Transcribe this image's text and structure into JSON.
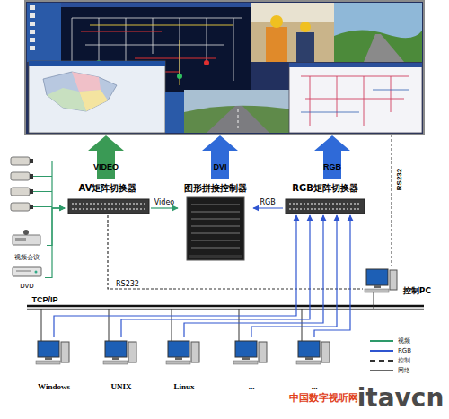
{
  "diagram": {
    "nodes": [
      {
        "text": [
          "AV矩阵切换器"
        ]
      },
      {
        "text": [
          "图形拼接控制器"
        ]
      },
      {
        "text": [
          "RGB矩阵切换器"
        ]
      },
      {
        "text": [
          "视频会议"
        ]
      },
      {
        "text": [
          "DVD"
        ]
      },
      {
        "text": [
          "控制PC"
        ]
      },
      {
        "text": [
          "Windows"
        ]
      },
      {
        "text": [
          "UNIX"
        ]
      },
      {
        "text": [
          "Linux"
        ]
      },
      {
        "text": [
          "..."
        ]
      },
      {
        "text": [
          "..."
        ]
      }
    ],
    "edges": [
      {
        "from": 3,
        "to": 0,
        "arrow": "to"
      },
      {
        "from": 4,
        "to": 0,
        "arrow": "to"
      },
      {
        "from": 0,
        "to": 1,
        "label": "Video",
        "arrow": "to"
      },
      {
        "from": 2,
        "to": 1,
        "label": "RGB",
        "arrow": "to"
      },
      {
        "from": 0,
        "to": 5,
        "label": "RS232",
        "arrow": "none"
      },
      {
        "from": 6,
        "to": 2,
        "arrow": "to"
      },
      {
        "from": 7,
        "to": 2,
        "arrow": "to"
      },
      {
        "from": 8,
        "to": 2,
        "arrow": "to"
      },
      {
        "from": 9,
        "to": 2,
        "arrow": "to"
      },
      {
        "from": 10,
        "to": 2,
        "arrow": "to"
      }
    ],
    "labels": [
      "VIDEO",
      "DVI",
      "RGB",
      "RS232",
      "TCP/IP",
      "中国数字视听网",
      "itavcn"
    ],
    "legend": [
      {
        "text": "视频"
      },
      {
        "text": "RGB"
      },
      {
        "text": "控制"
      },
      {
        "text": "网络"
      }
    ]
  }
}
